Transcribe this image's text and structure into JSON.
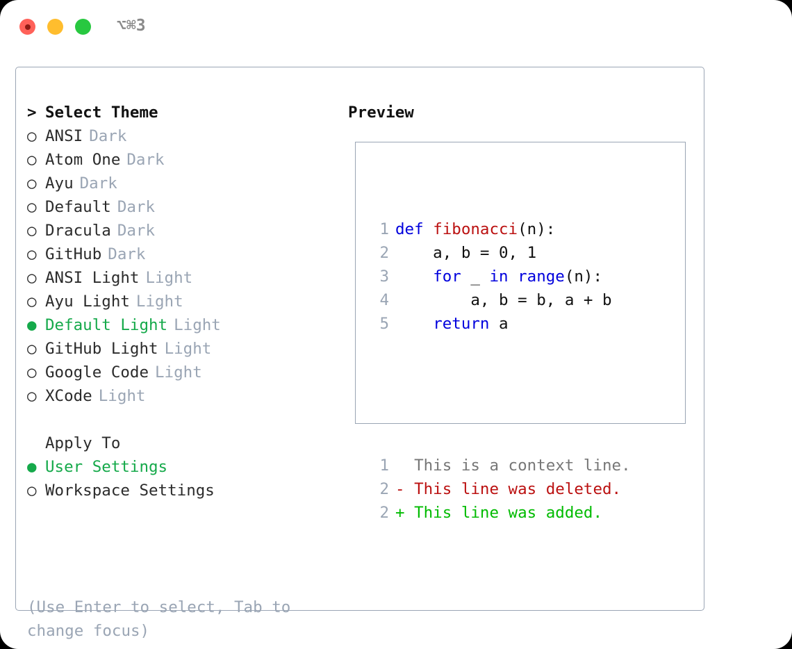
{
  "titlebar": {
    "shortcut": "⌥⌘3",
    "buttons": [
      "close",
      "minimize",
      "maximize"
    ],
    "colors": {
      "close": "#ff6159",
      "minimize": "#ffbd2e",
      "maximize": "#28c840"
    }
  },
  "theme_section": {
    "heading": "Select Theme",
    "caret": ">",
    "marker_selected": "●",
    "marker_unselected": "○",
    "accent_color": "#15a94a",
    "muted_color": "#9aa5b4",
    "items": [
      {
        "label": "ANSI",
        "mode": "Dark",
        "selected": false
      },
      {
        "label": "Atom One",
        "mode": "Dark",
        "selected": false
      },
      {
        "label": "Ayu",
        "mode": "Dark",
        "selected": false
      },
      {
        "label": "Default",
        "mode": "Dark",
        "selected": false
      },
      {
        "label": "Dracula",
        "mode": "Dark",
        "selected": false
      },
      {
        "label": "GitHub",
        "mode": "Dark",
        "selected": false
      },
      {
        "label": "ANSI Light",
        "mode": "Light",
        "selected": false
      },
      {
        "label": "Ayu Light",
        "mode": "Light",
        "selected": false
      },
      {
        "label": "Default Light",
        "mode": "Light",
        "selected": true
      },
      {
        "label": "GitHub Light",
        "mode": "Light",
        "selected": false
      },
      {
        "label": "Google Code",
        "mode": "Light",
        "selected": false
      },
      {
        "label": "XCode",
        "mode": "Light",
        "selected": false
      }
    ]
  },
  "apply_section": {
    "heading": "Apply To",
    "items": [
      {
        "label": "User Settings",
        "selected": true
      },
      {
        "label": "Workspace Settings",
        "selected": false
      }
    ]
  },
  "hint": "(Use Enter to select, Tab to change focus)",
  "preview": {
    "title": "Preview",
    "code_lines": [
      {
        "number": "1",
        "tokens": [
          {
            "t": "def ",
            "c": "kw"
          },
          {
            "t": "fibonacci",
            "c": "fn"
          },
          {
            "t": "(n):",
            "c": "plain"
          }
        ]
      },
      {
        "number": "2",
        "tokens": [
          {
            "t": "    a, b = 0, 1",
            "c": "plain"
          }
        ]
      },
      {
        "number": "3",
        "tokens": [
          {
            "t": "    ",
            "c": "plain"
          },
          {
            "t": "for",
            "c": "kw"
          },
          {
            "t": " _ ",
            "c": "plain"
          },
          {
            "t": "in",
            "c": "kw"
          },
          {
            "t": " ",
            "c": "plain"
          },
          {
            "t": "range",
            "c": "kw"
          },
          {
            "t": "(n):",
            "c": "plain"
          }
        ]
      },
      {
        "number": "4",
        "tokens": [
          {
            "t": "        a, b = b, a + b",
            "c": "plain"
          }
        ]
      },
      {
        "number": "5",
        "tokens": [
          {
            "t": "    ",
            "c": "plain"
          },
          {
            "t": "return",
            "c": "kw"
          },
          {
            "t": " a",
            "c": "plain"
          }
        ]
      }
    ],
    "diff_lines": [
      {
        "number": "1",
        "marker": " ",
        "text": " This is a context line.",
        "c": "ctx"
      },
      {
        "number": "2",
        "marker": "-",
        "text": " This line was deleted.",
        "c": "del"
      },
      {
        "number": "2",
        "marker": "+",
        "text": " This line was added.",
        "c": "add"
      }
    ]
  }
}
